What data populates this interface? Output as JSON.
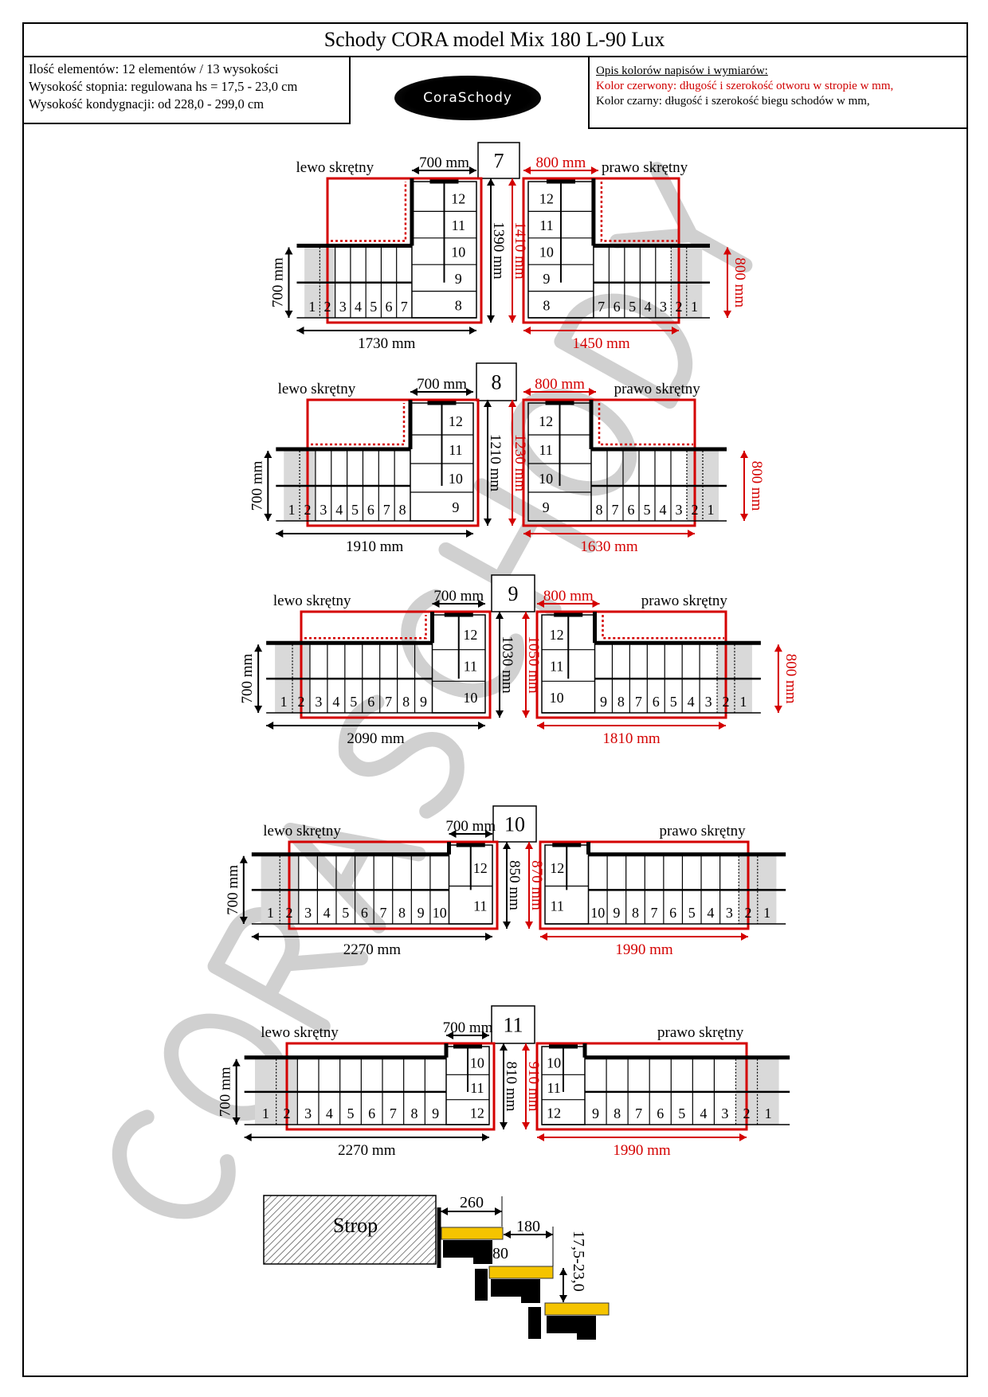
{
  "title": "Schody CORA model Mix 180 L-90 Lux",
  "info": {
    "line1": "Ilość elementów: 12 elementów / 13 wysokości",
    "line2": "Wysokość stopnia: regulowana  hs = 17,5 - 23,0 cm",
    "line3": "Wysokość kondygnacji: od 228,0 - 299,0 cm"
  },
  "logo": "CoraSchody",
  "legend": {
    "heading": "Opis kolorów napisów i wymiarów:",
    "red": "Kolor czerwony: długość i szerokość otworu w stropie w mm,",
    "black": "Kolor czarny: długość i szerokość biegu schodów w mm,"
  },
  "colors": {
    "red": "#d40000",
    "black": "#000000",
    "gray": "#d9d9d9",
    "tread": "#f5c400"
  },
  "watermark": "CORASCHODY",
  "variants": [
    {
      "number": "7",
      "left": {
        "label": "lewo skrętny",
        "top": "700 mm",
        "depth": "1390 mm",
        "side": "700 mm",
        "length": "1730 mm",
        "bottom_steps": [
          "1",
          "2",
          "3",
          "4",
          "5",
          "6",
          "7"
        ],
        "column_steps": [
          "12",
          "11",
          "10",
          "9",
          "8"
        ]
      },
      "right": {
        "label": "prawo skrętny",
        "top": "800 mm",
        "depth": "1410 mm",
        "side": "800 mm",
        "length": "1450 mm",
        "bottom_steps": [
          "7",
          "6",
          "5",
          "4",
          "3",
          "2",
          "1"
        ],
        "column_steps": [
          "12",
          "11",
          "10",
          "9",
          "8"
        ]
      }
    },
    {
      "number": "8",
      "left": {
        "label": "lewo skrętny",
        "top": "700 mm",
        "depth": "1210 mm",
        "side": "700 mm",
        "length": "1910 mm",
        "bottom_steps": [
          "1",
          "2",
          "3",
          "4",
          "5",
          "6",
          "7",
          "8"
        ],
        "column_steps": [
          "12",
          "11",
          "10",
          "9"
        ]
      },
      "right": {
        "label": "prawo skrętny",
        "top": "800 mm",
        "depth": "1230 mm",
        "side": "800 mm",
        "length": "1630 mm",
        "bottom_steps": [
          "8",
          "7",
          "6",
          "5",
          "4",
          "3",
          "2",
          "1"
        ],
        "column_steps": [
          "12",
          "11",
          "10",
          "9"
        ]
      }
    },
    {
      "number": "9",
      "left": {
        "label": "lewo skrętny",
        "top": "700 mm",
        "depth": "1030 mm",
        "side": "700 mm",
        "length": "2090 mm",
        "bottom_steps": [
          "1",
          "2",
          "3",
          "4",
          "5",
          "6",
          "7",
          "8",
          "9"
        ],
        "column_steps": [
          "12",
          "11",
          "10"
        ]
      },
      "right": {
        "label": "prawo skrętny",
        "top": "800 mm",
        "depth": "1050 mm",
        "side": "800 mm",
        "length": "1810 mm",
        "bottom_steps": [
          "9",
          "8",
          "7",
          "6",
          "5",
          "4",
          "3",
          "2",
          "1"
        ],
        "column_steps": [
          "12",
          "11",
          "10"
        ]
      }
    },
    {
      "number": "10",
      "left": {
        "label": "lewo skrętny",
        "top": "700 mm",
        "depth": "850 mm",
        "side": "700 mm",
        "length": "2270 mm",
        "bottom_steps": [
          "1",
          "2",
          "3",
          "4",
          "5",
          "6",
          "7",
          "8",
          "9",
          "10"
        ],
        "column_steps": [
          "12",
          "11"
        ]
      },
      "right": {
        "label": "prawo skrętny",
        "depth": "870 mm",
        "length": "1990 mm",
        "bottom_steps": [
          "10",
          "9",
          "8",
          "7",
          "6",
          "5",
          "4",
          "3",
          "2",
          "1"
        ],
        "column_steps": [
          "12",
          "11"
        ]
      }
    },
    {
      "number": "11",
      "left": {
        "label": "lewo skrętny",
        "top": "700 mm",
        "depth": "810 mm",
        "side": "700 mm",
        "length": "2270 mm",
        "bottom_steps": [
          "1",
          "2",
          "3",
          "4",
          "5",
          "6",
          "7",
          "8",
          "9"
        ],
        "column_steps": [
          "10",
          "11",
          "12"
        ]
      },
      "right": {
        "label": "prawo skrętny",
        "depth": "910 mm",
        "length": "1990 mm",
        "bottom_steps": [
          "9",
          "8",
          "7",
          "6",
          "5",
          "4",
          "3",
          "2",
          "1"
        ],
        "column_steps": [
          "10",
          "11",
          "12"
        ]
      }
    }
  ],
  "detail": {
    "slab": "Strop",
    "tread_depth": "260",
    "going": "180",
    "overlap": "80",
    "rise": "17,5-23,0"
  }
}
